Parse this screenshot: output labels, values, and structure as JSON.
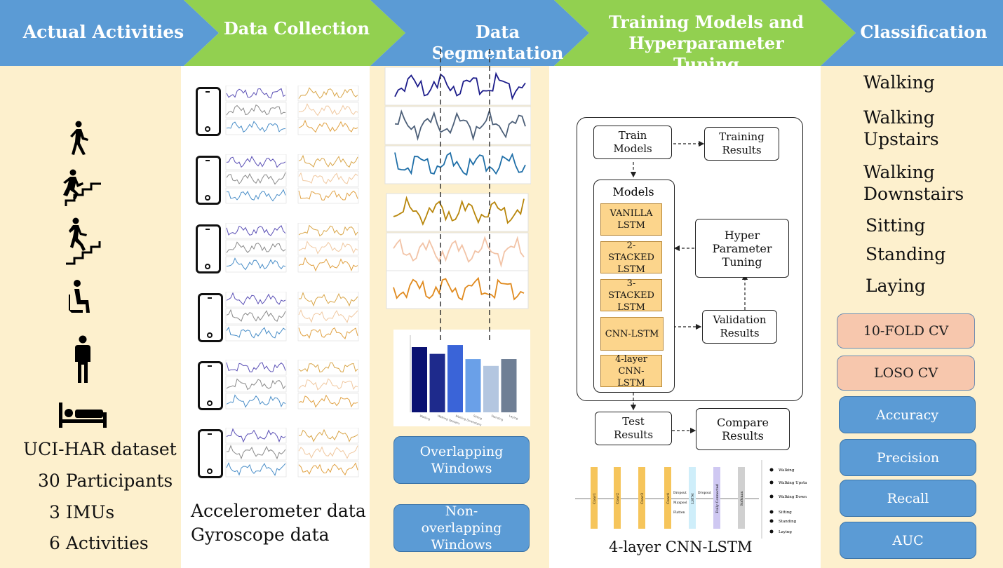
{
  "colors": {
    "banner_blue": "#5b9bd5",
    "banner_green": "#92d050",
    "panel_cream": "#fdf0cd",
    "model_orange": "#fcd58c"
  },
  "header": {
    "stages": [
      "Actual Activities",
      "Data Collection",
      "Data Segmentation",
      "Training Models and Hyperparameter Tuning",
      "Classification"
    ]
  },
  "activities": {
    "icons": [
      "walking-icon",
      "walking-upstairs-icon",
      "walking-downstairs-icon",
      "sitting-icon",
      "standing-icon",
      "laying-icon"
    ],
    "dataset": "UCI-HAR dataset",
    "participants": "30 Participants",
    "imus": "3 IMUs",
    "count": "6 Activities"
  },
  "collection": {
    "accelerometer": "Accelerometer data",
    "gyroscope": "Gyroscope data"
  },
  "segmentation": {
    "overlapping": "Overlapping Windows",
    "non_overlapping": "Non-overlapping Windows",
    "bar_tick_labels": [
      "Walking",
      "Walking Upstairs",
      "Walking Downstairs",
      "Sitting",
      "Standing",
      "Laying"
    ],
    "bar_values": [
      1722,
      1544,
      1777,
      1406,
      1226,
      1407
    ],
    "bar_colors": [
      "#0a1172",
      "#1e2a8c",
      "#3a64d8",
      "#6aa0e8",
      "#b3c6e0",
      "#6f7f95"
    ]
  },
  "training": {
    "train_models": "Train Models",
    "training_results": "Training Results",
    "models_title": "Models",
    "models": [
      "VANILLA LSTM",
      "2-STACKED LSTM",
      "3-STACKED LSTM",
      "CNN-LSTM",
      "4-layer CNN-LSTM"
    ],
    "hyper": "Hyper Parameter Tuning",
    "validation": "Validation Results",
    "test": "Test Results",
    "compare": "Compare Results",
    "arch_caption": "4-layer CNN-LSTM",
    "arch_layers": [
      "Conv1",
      "Conv2",
      "Conv3",
      "Conv4",
      "LSTM",
      "Fully Connected",
      "Softmax"
    ],
    "arch_notes": [
      "Dropout",
      "Maxpool",
      "Flatten",
      "Dropout"
    ],
    "arch_outputs": [
      "Walking",
      "Walking Upstairs",
      "Walking Downstairs",
      "Sitting",
      "Standing",
      "Laying"
    ]
  },
  "classification": {
    "classes": [
      "Walking",
      "Walking Upstairs",
      "Walking Downstairs",
      "Sitting",
      "Standing",
      "Laying"
    ],
    "cv": [
      "10-FOLD CV",
      "LOSO CV"
    ],
    "metrics": [
      "Accuracy",
      "Precision",
      "Recall",
      "AUC"
    ]
  }
}
